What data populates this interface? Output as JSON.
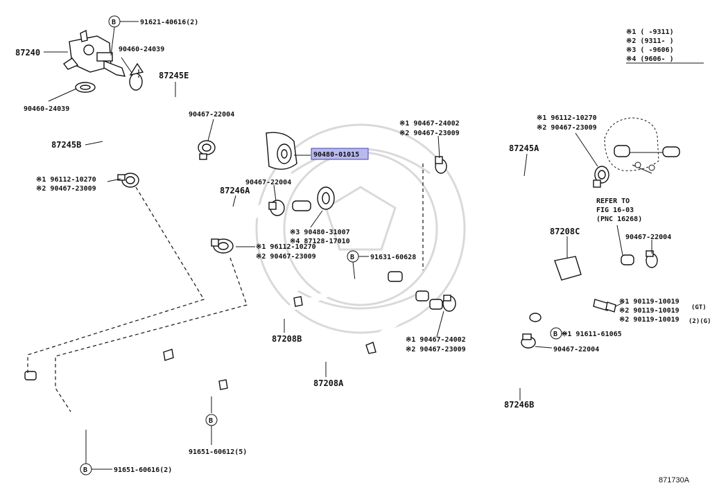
{
  "figure_code": "871730A",
  "legend": {
    "rows": [
      "※1 (      -9311)",
      "※2 (9311-      )",
      "※3 (      -9606)",
      "※4 (9606-      )"
    ]
  },
  "refer": {
    "line1": "REFER TO",
    "line2": "FIG 16-03",
    "line3": "(PNC 16268)"
  },
  "callout_b_letter": "B",
  "labels": {
    "p87240": "87240",
    "p90460a": "90460-24039",
    "p90460b": "90460-24039",
    "p91621": "91621-40616(2)",
    "p87245e": "87245E",
    "p87245b": "87245B",
    "p90467_22004a": "90467-22004",
    "p90480_01015": "90480-01015",
    "p96112a_1": "※1 96112-10270",
    "p90467a_2": "※2 90467-23009",
    "p90467_22004b": "90467-22004",
    "p87246a": "87246A",
    "p90480_31007": "※3 90480-31007",
    "p87128": "※4 87128-17010",
    "p96112b_1": "※1 96112-10270",
    "p90467b_2": "※2 90467-23009",
    "p91631": "91631-60628",
    "p90467c_1": "※1 90467-24002",
    "p90467c_2": "※2 90467-23009",
    "p87245a": "87245A",
    "p96112c_1": "※1 96112-10270",
    "p90467d_2": "※2 90467-23009",
    "p87208c": "87208C",
    "p90467_22004c": "90467-22004",
    "p90119_1": "※1 90119-10019",
    "p90119_2": "※2 90119-10019",
    "p90119_2s": "(GT)",
    "p90119_3": "※2 90119-10019",
    "p90119_3s": "(2)(G)",
    "p91611": "※1 91611-61065",
    "p90467_22004d": "90467-22004",
    "p87246b": "87246B",
    "p90467e_1": "※1 90467-24002",
    "p90467e_2": "※2 90467-23009",
    "p87208b": "87208B",
    "p87208a": "87208A",
    "p91651_60612": "91651-60612(5)",
    "p91651_60616": "91651-60616(2)"
  }
}
